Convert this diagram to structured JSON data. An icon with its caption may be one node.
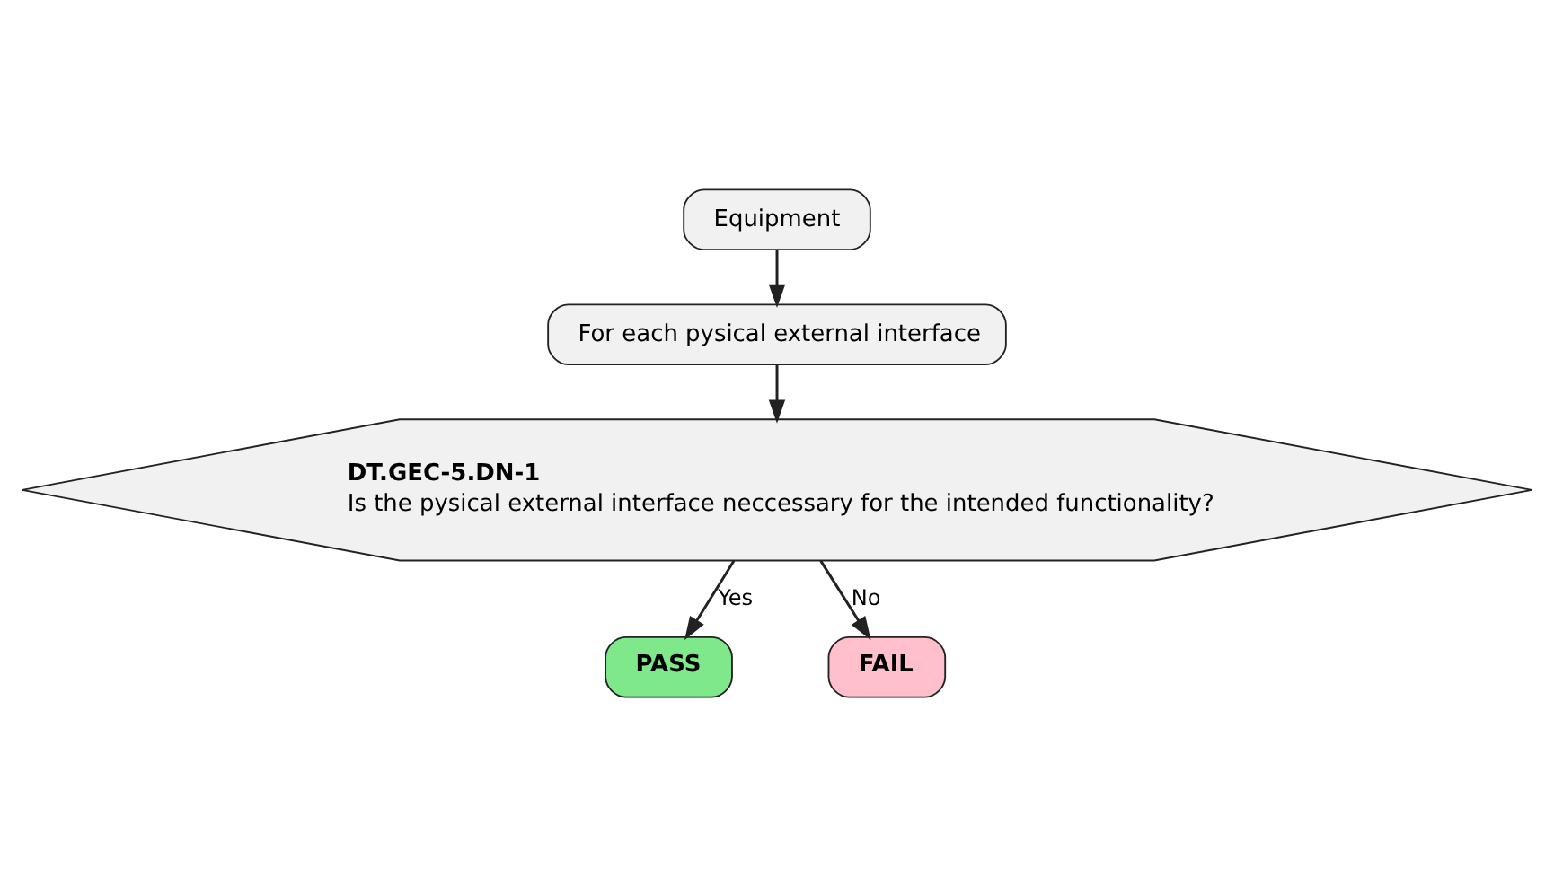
{
  "diagram": {
    "nodes": [
      {
        "text": [
          "Equipment"
        ]
      },
      {
        "text": [
          "For each pysical external interface"
        ]
      },
      {
        "text": [
          "DT.GEC-5.DN-1",
          "Is the pysical external interface neccessary for the intended functionality?"
        ]
      },
      {
        "text": [
          "PASS"
        ]
      },
      {
        "text": [
          "FAIL"
        ]
      }
    ],
    "edges": [
      {
        "from": 0,
        "to": 1,
        "arrow": "to"
      },
      {
        "from": 1,
        "to": 2,
        "arrow": "to"
      },
      {
        "from": 2,
        "to": 3,
        "arrow": "to",
        "label": "Yes"
      },
      {
        "from": 2,
        "to": 4,
        "arrow": "to",
        "label": "No"
      }
    ]
  }
}
